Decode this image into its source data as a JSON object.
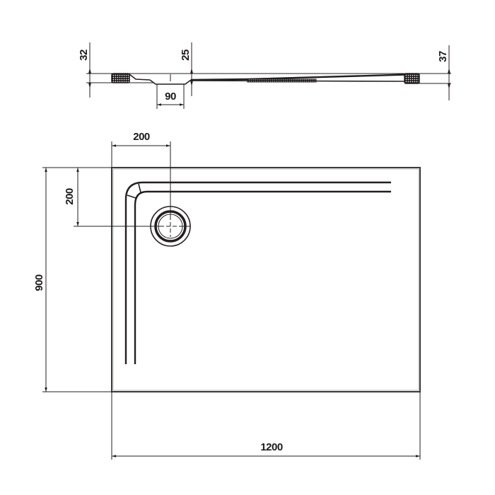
{
  "drawing": {
    "title": "Shower tray technical drawing",
    "side_view": {
      "dimensions": {
        "left_edge_height": "32",
        "drain_height": "25",
        "drain_width": "90",
        "right_edge_height": "37"
      }
    },
    "top_view": {
      "dimensions": {
        "drain_offset_x": "200",
        "drain_offset_y": "200",
        "height": "900",
        "width": "1200"
      }
    },
    "colors": {
      "line": "#231f20",
      "background": "#ffffff"
    }
  }
}
